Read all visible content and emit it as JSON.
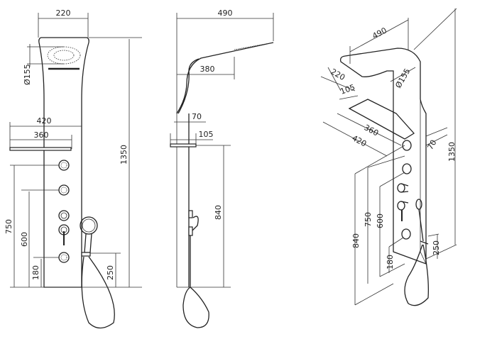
{
  "front_view": {
    "width_top": "220",
    "head_diameter": "Ø155",
    "shelf_outer": "420",
    "shelf_inner": "360",
    "height_total": "1350",
    "jet_upper": "750",
    "jet_middle": "600",
    "jet_lower": "180",
    "hand_holder": "250"
  },
  "side_view": {
    "depth_total": "490",
    "arm_reach": "380",
    "shelf_offset": "70",
    "shelf_depth": "105",
    "shelf_height": "840"
  },
  "iso_view": {
    "depth_total": "490",
    "width_top": "220",
    "head_diameter": "Ø155",
    "shelf_depth": "105",
    "shelf_inner": "360",
    "shelf_outer": "420",
    "shelf_offset": "70",
    "height_total": "1350",
    "shelf_height": "840",
    "jet_upper": "750",
    "jet_middle": "600",
    "jet_lower": "180",
    "hand_holder": "250"
  }
}
